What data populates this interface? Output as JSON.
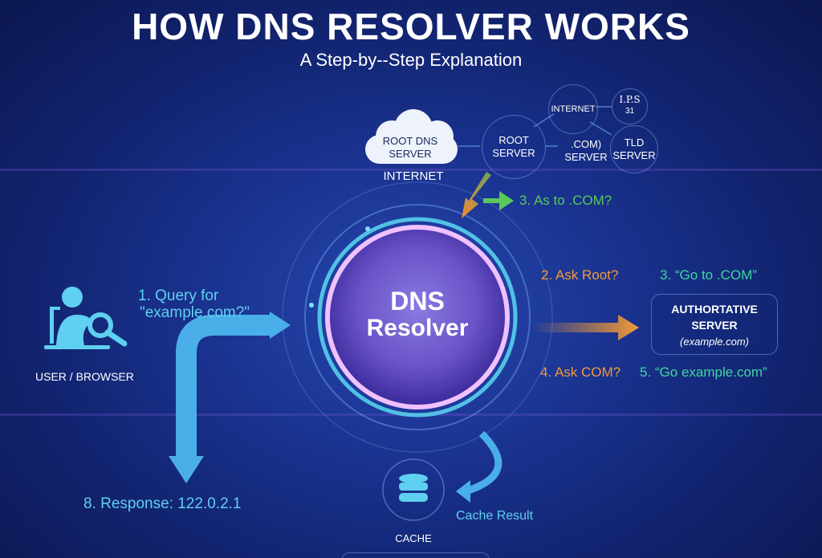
{
  "title": "HOW DNS RESOLVER WORKS",
  "subtitle": "A Step-by--Step Explanation",
  "top": {
    "cloud_label": "ROOT DNS SERVER",
    "cloud_caption": "INTERNET",
    "root_server": "ROOT SERVER",
    "internet_node": "INTERNET",
    "ips_node_line1": "I.P.S",
    "ips_node_line2": "31",
    "com_server": ".COM) SERVER",
    "tld_server": "TLD SERVER"
  },
  "steps": {
    "step1_line1": "1. Query for",
    "step1_line2": "\"example.com?\"",
    "step2": "2. Ask Root?",
    "step3_arrow": "3. As to .COM?",
    "step3_reply": "3. “Go to .COM”",
    "step4": "4. Ask COM?",
    "step5": "5. “Go example.com”",
    "step8": "8. Response: 122.0.2.1"
  },
  "resolver": {
    "line1": "DNS",
    "line2": "Resolver"
  },
  "user": {
    "label": "USER / BROWSER"
  },
  "authoritative": {
    "line1": "AUTHORTATIVE",
    "line2": "SERVER",
    "line3": "(example.com)"
  },
  "cache": {
    "label": "CACHE",
    "result": "Cache Result"
  },
  "colors": {
    "orange": "#f29a38",
    "green": "#3fd6a0",
    "cyan": "#5fd0f0",
    "background": "#1a3390"
  }
}
